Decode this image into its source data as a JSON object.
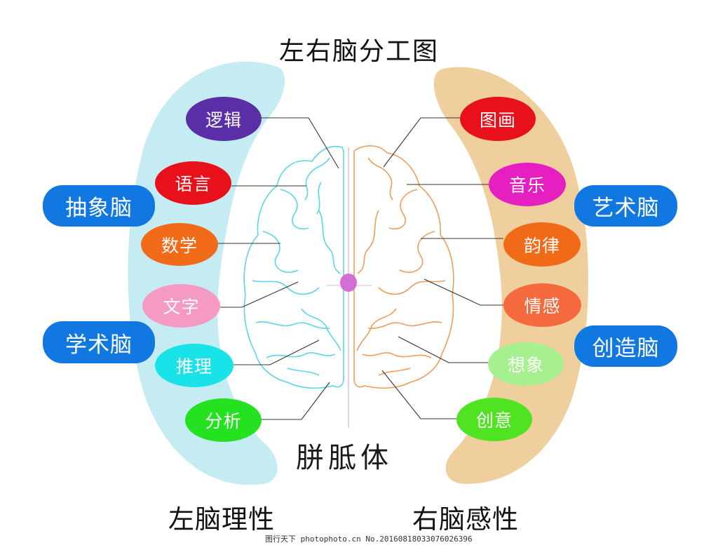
{
  "title": "左右脑分工图",
  "corpus_callosum": "胼胝体",
  "left": {
    "caption": "左脑理性",
    "categories": [
      "抽象脑",
      "学术脑"
    ],
    "items": [
      {
        "label": "逻辑",
        "color": "#5a2ea6"
      },
      {
        "label": "语言",
        "color": "#e8101a"
      },
      {
        "label": "数学",
        "color": "#f06a18"
      },
      {
        "label": "文字",
        "color": "#f59ac3"
      },
      {
        "label": "推理",
        "color": "#19e3e9"
      },
      {
        "label": "分析",
        "color": "#24e21f"
      }
    ]
  },
  "right": {
    "caption": "右脑感性",
    "categories": [
      "艺术脑",
      "创造脑"
    ],
    "items": [
      {
        "label": "图画",
        "color": "#e8101a"
      },
      {
        "label": "音乐",
        "color": "#e51fc0"
      },
      {
        "label": "韵律",
        "color": "#f06a18"
      },
      {
        "label": "情感",
        "color": "#f46a3c"
      },
      {
        "label": "想象",
        "color": "#a7f08f"
      },
      {
        "label": "创意",
        "color": "#4fe322"
      }
    ]
  },
  "colors": {
    "left_band": "#c6ecf3",
    "right_band": "#efcf9e",
    "pill": "#1178e2",
    "left_brain": "#59d6ea",
    "right_brain": "#ee9d5c",
    "center_dot": "#d36fd4"
  },
  "footer": "图行天下 photophoto.cn   No.20160818033076026396"
}
